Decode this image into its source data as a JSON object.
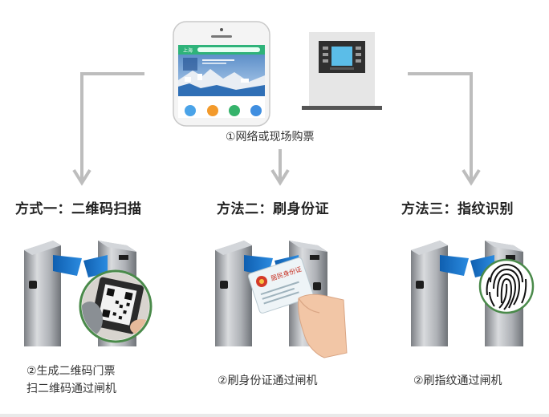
{
  "purchase": {
    "label": "①网络或现场购票"
  },
  "methods": [
    {
      "title": "方式一：二维码扫描",
      "steps": [
        "②生成二维码门票",
        "扫二维码通过闸机"
      ]
    },
    {
      "title": "方法二：刷身份证",
      "steps": [
        "②刷身份证通过闸机"
      ]
    },
    {
      "title": "方法三：指纹识别",
      "steps": [
        "②刷指纹通过闸机"
      ]
    }
  ],
  "phone_screen": {
    "city": "上海",
    "icon_colors": [
      "#4aa3e8",
      "#f39a2b",
      "#35b36b",
      "#3f8ee0"
    ]
  },
  "id_card": {
    "title": "居民身份证"
  },
  "colors": {
    "arrow": "#bdbdbd",
    "turnstile_blue": "#1a73c8",
    "phone_green": "#2fb37a",
    "kiosk_screen": "#5bbde8"
  }
}
